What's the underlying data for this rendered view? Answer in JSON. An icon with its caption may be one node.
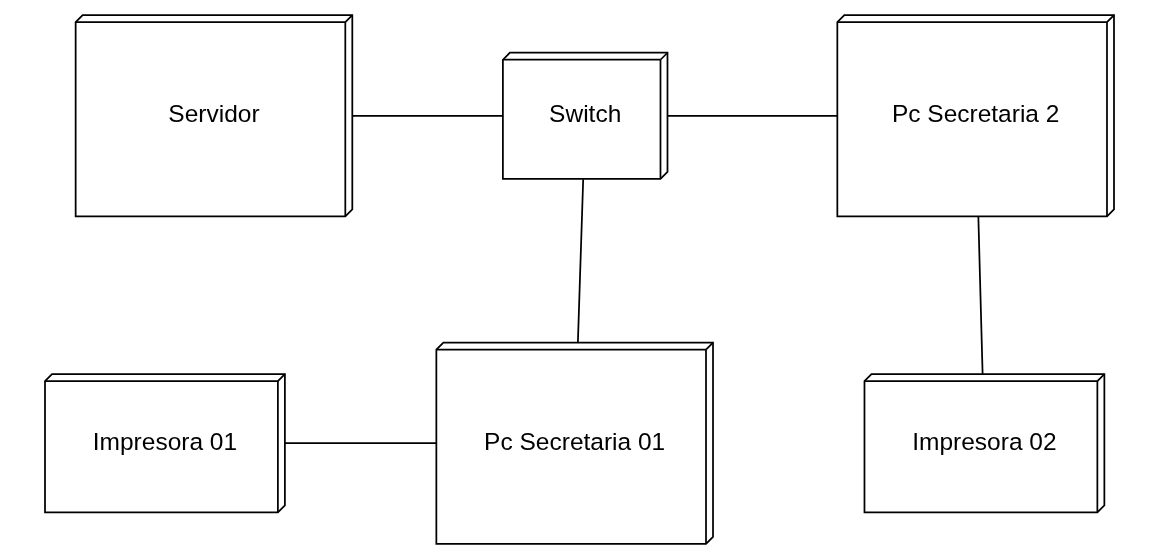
{
  "diagram": {
    "nodes": [
      {
        "text": [
          "Servidor"
        ]
      },
      {
        "text": [
          "Switch"
        ]
      },
      {
        "text": [
          "Pc Secretaria 2"
        ]
      },
      {
        "text": [
          "Impresora 01"
        ]
      },
      {
        "text": [
          "Pc Secretaria 01"
        ]
      },
      {
        "text": [
          "Impresora 02"
        ]
      }
    ],
    "edges": [
      {
        "from": 0,
        "to": 1,
        "arrow": "none"
      },
      {
        "from": 1,
        "to": 2,
        "arrow": "none"
      },
      {
        "from": 1,
        "to": 4,
        "arrow": "none"
      },
      {
        "from": 2,
        "to": 5,
        "arrow": "none"
      },
      {
        "from": 3,
        "to": 4,
        "arrow": "none"
      }
    ]
  }
}
